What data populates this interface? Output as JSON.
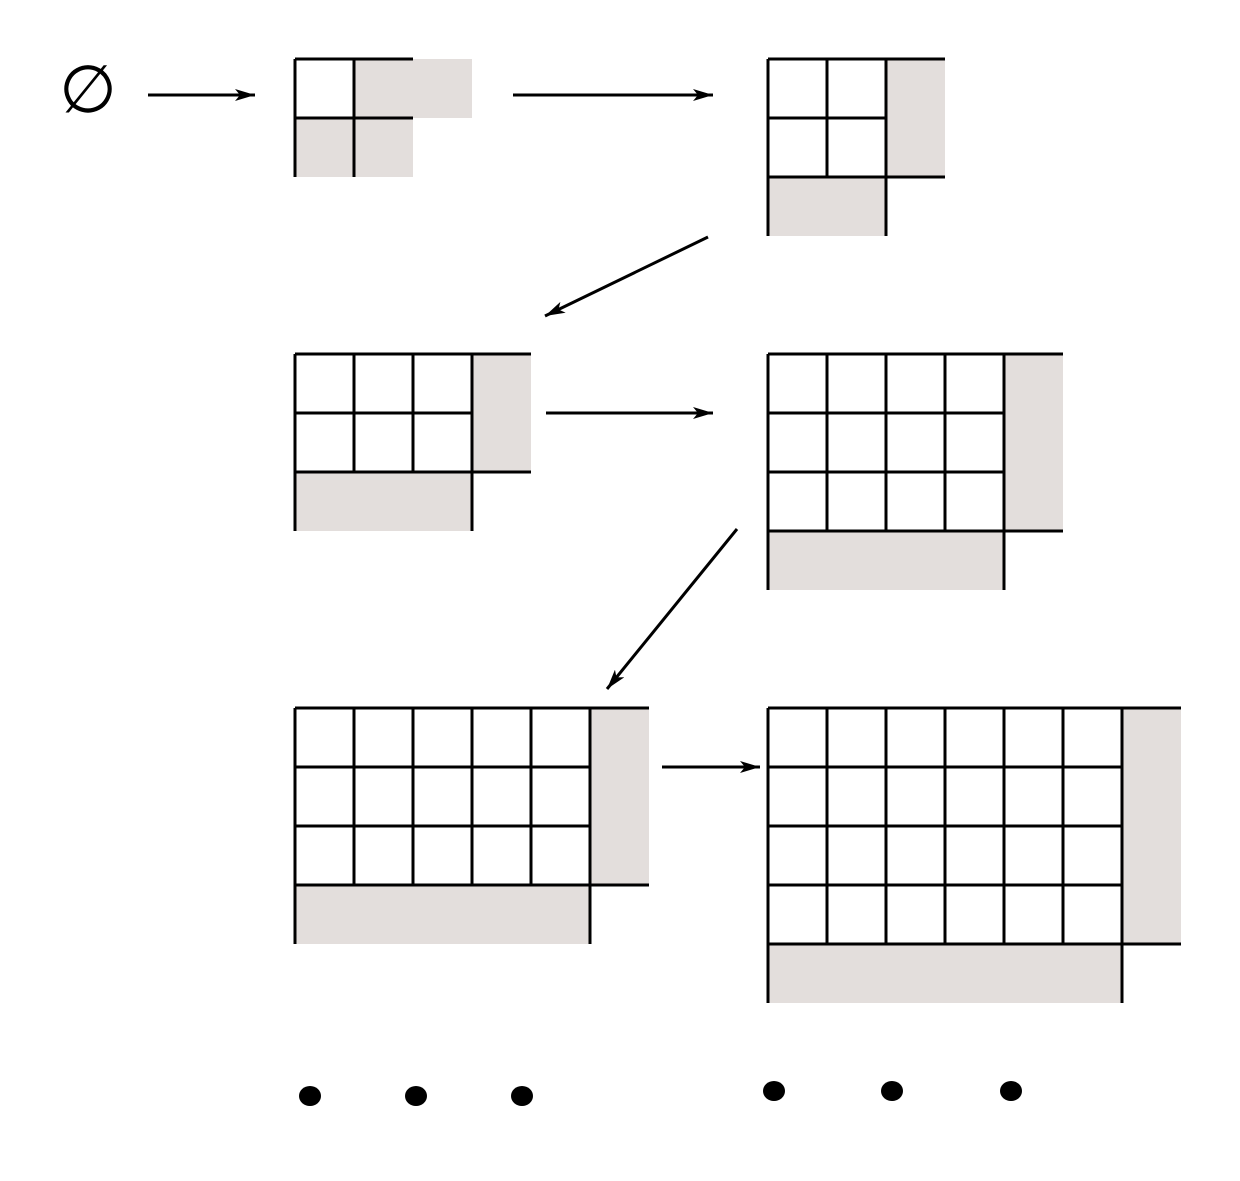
{
  "diagram": {
    "start_symbol": "∅",
    "colors": {
      "shade": "#e3dedc",
      "line": "#000000",
      "background": "#ffffff"
    },
    "diagrams": [
      {
        "id": "d1",
        "rows": 1,
        "cols": 1,
        "shaded_top_extension": 2,
        "shaded_bottom_extension": 1
      },
      {
        "id": "d2",
        "rows": 2,
        "cols": 2,
        "shaded_top_extension": 1,
        "shaded_bottom_extension": 0
      },
      {
        "id": "d3",
        "rows": 2,
        "cols": 3,
        "shaded_top_extension": 1,
        "shaded_bottom_extension": 0
      },
      {
        "id": "d4",
        "rows": 3,
        "cols": 4,
        "shaded_top_extension": 1,
        "shaded_bottom_extension": 0
      },
      {
        "id": "d5",
        "rows": 3,
        "cols": 5,
        "shaded_top_extension": 1,
        "shaded_bottom_extension": 0
      },
      {
        "id": "d6",
        "rows": 4,
        "cols": 6,
        "shaded_top_extension": 1,
        "shaded_bottom_extension": 0
      }
    ],
    "ellipsis_groups": [
      {
        "id": "left-dots",
        "count": 3
      },
      {
        "id": "right-dots",
        "count": 3
      }
    ]
  }
}
